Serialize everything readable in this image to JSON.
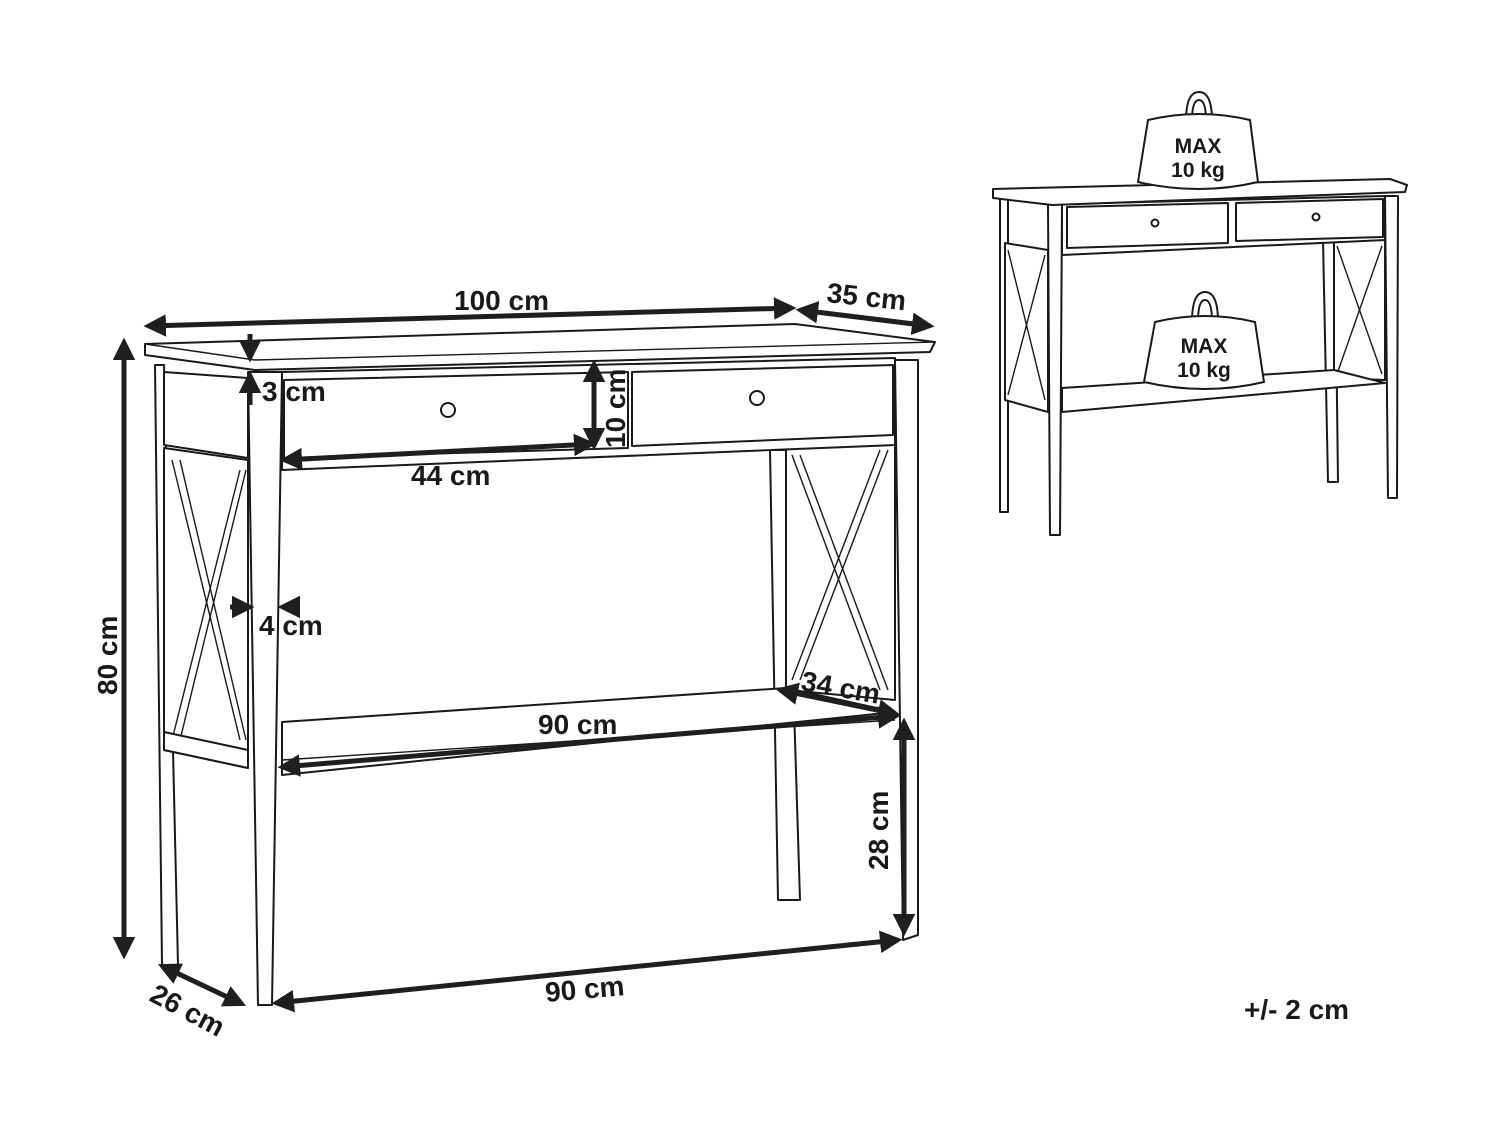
{
  "diagram": {
    "type": "product-dimension-drawing",
    "subject": "console table with two drawers, X-braced sides and lower shelf",
    "units": "cm",
    "dimensions": {
      "total_width": "100 cm",
      "total_depth": "35 cm",
      "total_height": "80 cm",
      "top_thickness": "3 cm",
      "drawer_height": "10 cm",
      "drawer_width": "44 cm",
      "leg_width": "4 cm",
      "shelf_width": "90 cm",
      "shelf_depth": "34 cm",
      "shelf_height": "28 cm",
      "leg_span_depth": "26 cm",
      "leg_span_width": "90 cm"
    },
    "load_limits": {
      "top": {
        "line1": "MAX",
        "line2": "10 kg"
      },
      "shelf": {
        "line1": "MAX",
        "line2": "10 kg"
      }
    },
    "tolerance": "+/- 2 cm",
    "colors": {
      "line": "#1a1a1a",
      "background": "#ffffff"
    }
  }
}
